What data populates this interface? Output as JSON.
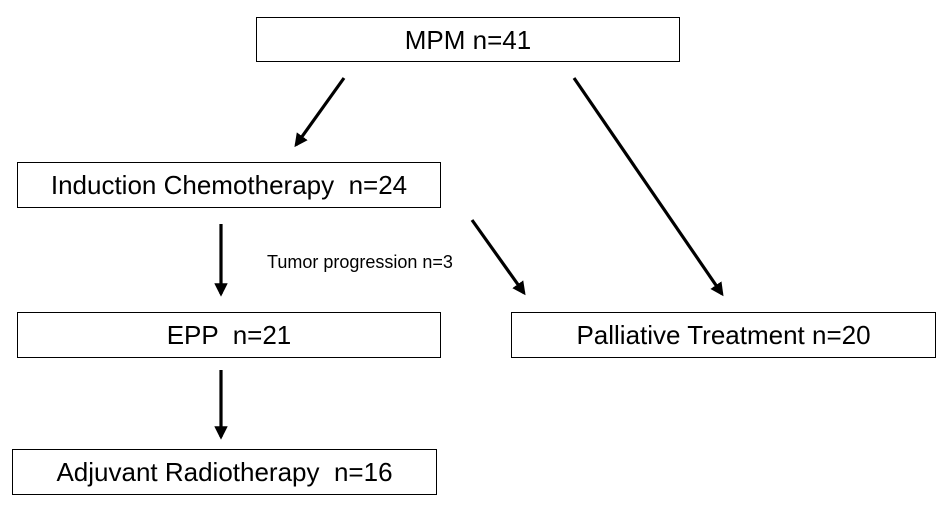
{
  "boxes": {
    "mpm": "MPM n=41",
    "induction": "Induction Chemotherapy  n=24",
    "epp": "EPP  n=21",
    "palliative": "Palliative Treatment n=20",
    "adjuvant": "Adjuvant Radiotherapy  n=16"
  },
  "annotations": {
    "tumor_progression": "Tumor progression n=3"
  }
}
